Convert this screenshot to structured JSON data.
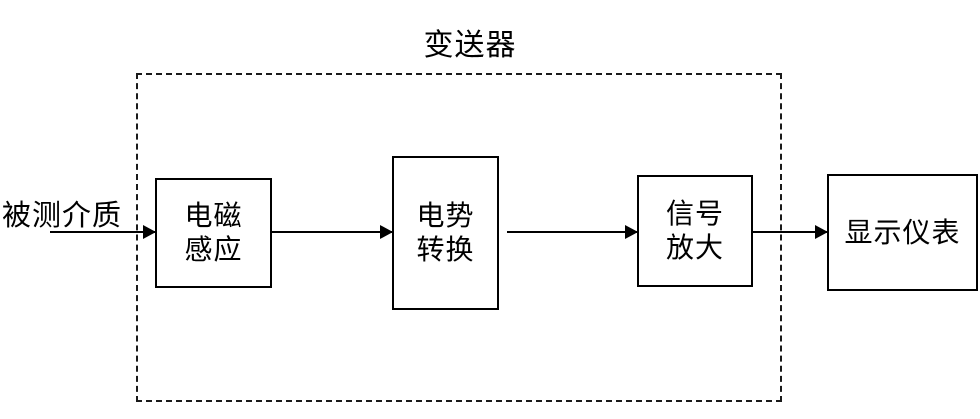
{
  "diagram": {
    "title": "变送器",
    "input_label": "被测介质",
    "blocks": [
      {
        "name": "sensor",
        "label": "电磁\n感应"
      },
      {
        "name": "convert",
        "label": "电势\n转换"
      },
      {
        "name": "amplify",
        "label": "信号\n放大"
      },
      {
        "name": "display",
        "label": "显示仪表"
      }
    ],
    "colors": {
      "stroke": "#000000",
      "boundary": "#1a1a1a",
      "background": "#ffffff"
    }
  }
}
